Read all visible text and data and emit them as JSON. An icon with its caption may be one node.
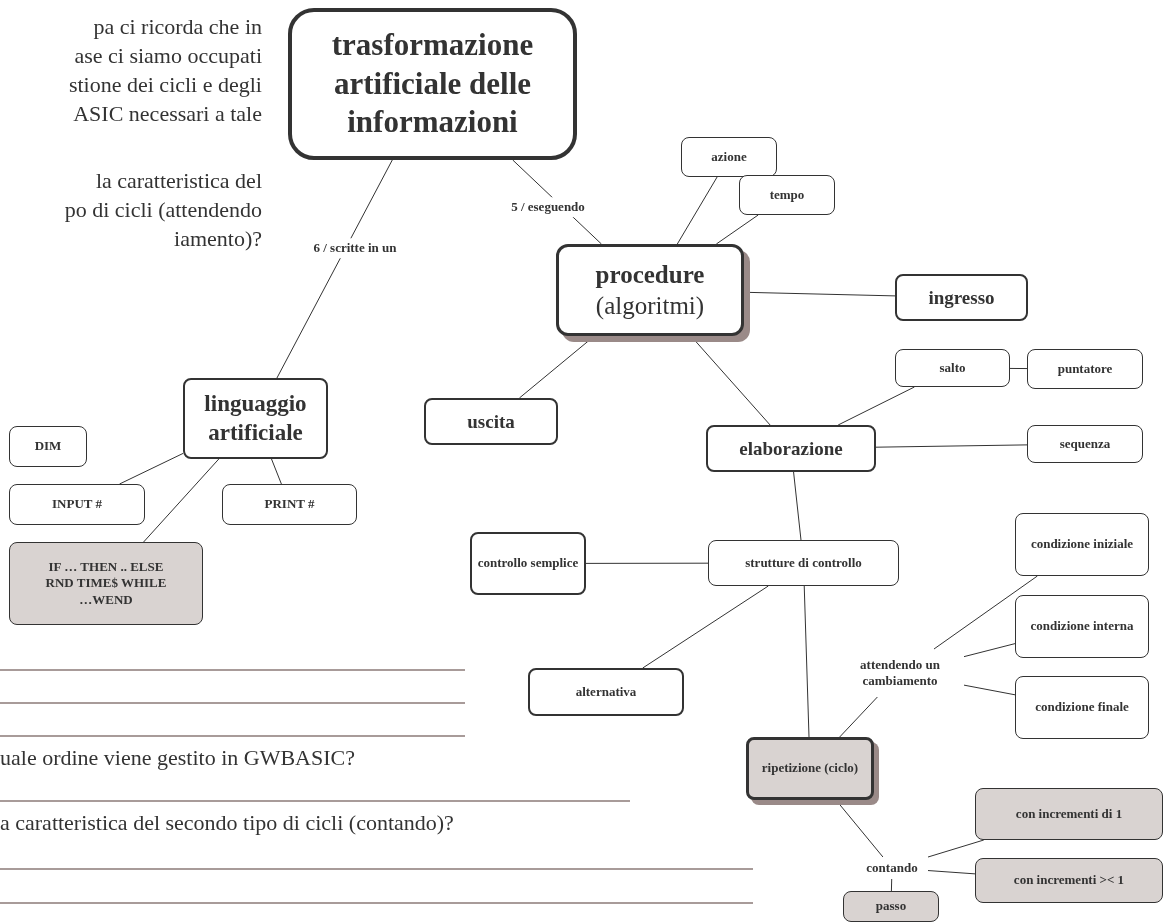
{
  "diagram": {
    "nodes": [
      {
        "text": [
          "trasformazione artificiale delle informazioni"
        ]
      },
      {
        "text": [
          "azione"
        ]
      },
      {
        "text": [
          "tempo"
        ]
      },
      {
        "text": [
          "procedure",
          "(algoritmi)"
        ]
      },
      {
        "text": [
          "ingresso"
        ]
      },
      {
        "text": [
          "linguaggio artificiale"
        ]
      },
      {
        "text": [
          "DIM"
        ]
      },
      {
        "text": [
          "uscita"
        ]
      },
      {
        "text": [
          "salto"
        ]
      },
      {
        "text": [
          "puntatore"
        ]
      },
      {
        "text": [
          "INPUT #"
        ]
      },
      {
        "text": [
          "PRINT #"
        ]
      },
      {
        "text": [
          "elaborazione"
        ]
      },
      {
        "text": [
          "sequenza"
        ]
      },
      {
        "text": [
          "IF … THEN .. ELSE RND TIME$ WHILE …WEND"
        ]
      },
      {
        "text": [
          "controllo semplice"
        ]
      },
      {
        "text": [
          "strutture di controllo"
        ]
      },
      {
        "text": [
          "condizione iniziale"
        ]
      },
      {
        "text": [
          "condizione interna"
        ]
      },
      {
        "text": [
          "attendendo un cambiamento"
        ]
      },
      {
        "text": [
          "condizione finale"
        ]
      },
      {
        "text": [
          "alternativa"
        ]
      },
      {
        "text": [
          "ripetizione (ciclo)"
        ]
      },
      {
        "text": [
          "con incrementi  di 1"
        ]
      },
      {
        "text": [
          "contando"
        ]
      },
      {
        "text": [
          "con incrementi  >< 1"
        ]
      },
      {
        "text": [
          "passo"
        ]
      }
    ],
    "edges": [
      {
        "from": 0,
        "to": 5,
        "arrow": "none",
        "label": "6 / scritte in un"
      },
      {
        "from": 0,
        "to": 3,
        "arrow": "none",
        "label": "5 / eseguendo"
      },
      {
        "from": 3,
        "to": 1,
        "arrow": "none"
      },
      {
        "from": 3,
        "to": 2,
        "arrow": "none"
      },
      {
        "from": 3,
        "to": 4,
        "arrow": "none"
      },
      {
        "from": 3,
        "to": 7,
        "arrow": "none"
      },
      {
        "from": 3,
        "to": 12,
        "arrow": "none"
      },
      {
        "from": 5,
        "to": 10,
        "arrow": "none"
      },
      {
        "from": 5,
        "to": 11,
        "arrow": "none"
      },
      {
        "from": 5,
        "to": 14,
        "arrow": "none"
      },
      {
        "from": 12,
        "to": 8,
        "arrow": "none"
      },
      {
        "from": 8,
        "to": 9,
        "arrow": "none"
      },
      {
        "from": 12,
        "to": 13,
        "arrow": "none"
      },
      {
        "from": 12,
        "to": 16,
        "arrow": "none"
      },
      {
        "from": 16,
        "to": 15,
        "arrow": "none"
      },
      {
        "from": 16,
        "to": 21,
        "arrow": "none"
      },
      {
        "from": 16,
        "to": 22,
        "arrow": "none"
      },
      {
        "from": 22,
        "to": 19,
        "arrow": "none"
      },
      {
        "from": 19,
        "to": 17,
        "arrow": "none"
      },
      {
        "from": 19,
        "to": 18,
        "arrow": "none"
      },
      {
        "from": 19,
        "to": 20,
        "arrow": "none"
      },
      {
        "from": 22,
        "to": 24,
        "arrow": "none"
      },
      {
        "from": 24,
        "to": 23,
        "arrow": "none"
      },
      {
        "from": 24,
        "to": 25,
        "arrow": "none"
      },
      {
        "from": 24,
        "to": 26,
        "arrow": "none"
      }
    ],
    "labels": [
      "pa ci ricorda che in",
      "ase ci siamo occupati",
      "stione dei cicli e degli",
      "ASIC necessari a tale",
      "la caratteristica del",
      "po di cicli (attendendo",
      "iamento)?",
      "uale ordine viene gestito in GWBASIC?",
      "a caratteristica del secondo tipo di cicli (contando)?"
    ]
  }
}
